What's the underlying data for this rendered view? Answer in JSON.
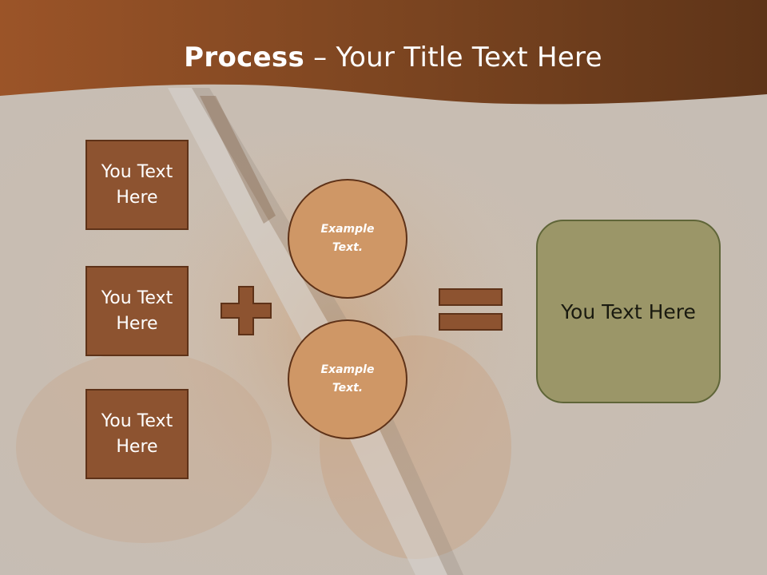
{
  "slide": {
    "title_bold": "Process",
    "title_rest": " – Your Title Text Here"
  },
  "boxes": [
    {
      "line1": "You Text",
      "line2": "Here"
    },
    {
      "line1": "You Text",
      "line2": "Here"
    },
    {
      "line1": "You Text",
      "line2": "Here"
    }
  ],
  "circles": [
    {
      "line1": "Example",
      "line2": "Text."
    },
    {
      "line1": "Example",
      "line2": "Text."
    }
  ],
  "result": {
    "label": "You Text Here"
  },
  "operators": {
    "plus": "plus-icon",
    "equals": "equals-icon"
  },
  "colors": {
    "header_brown": "#7a4420",
    "box_fill": "#8d5330",
    "circle_fill": "#cf9766",
    "result_fill": "#9b9668",
    "outline": "#5e3218"
  }
}
